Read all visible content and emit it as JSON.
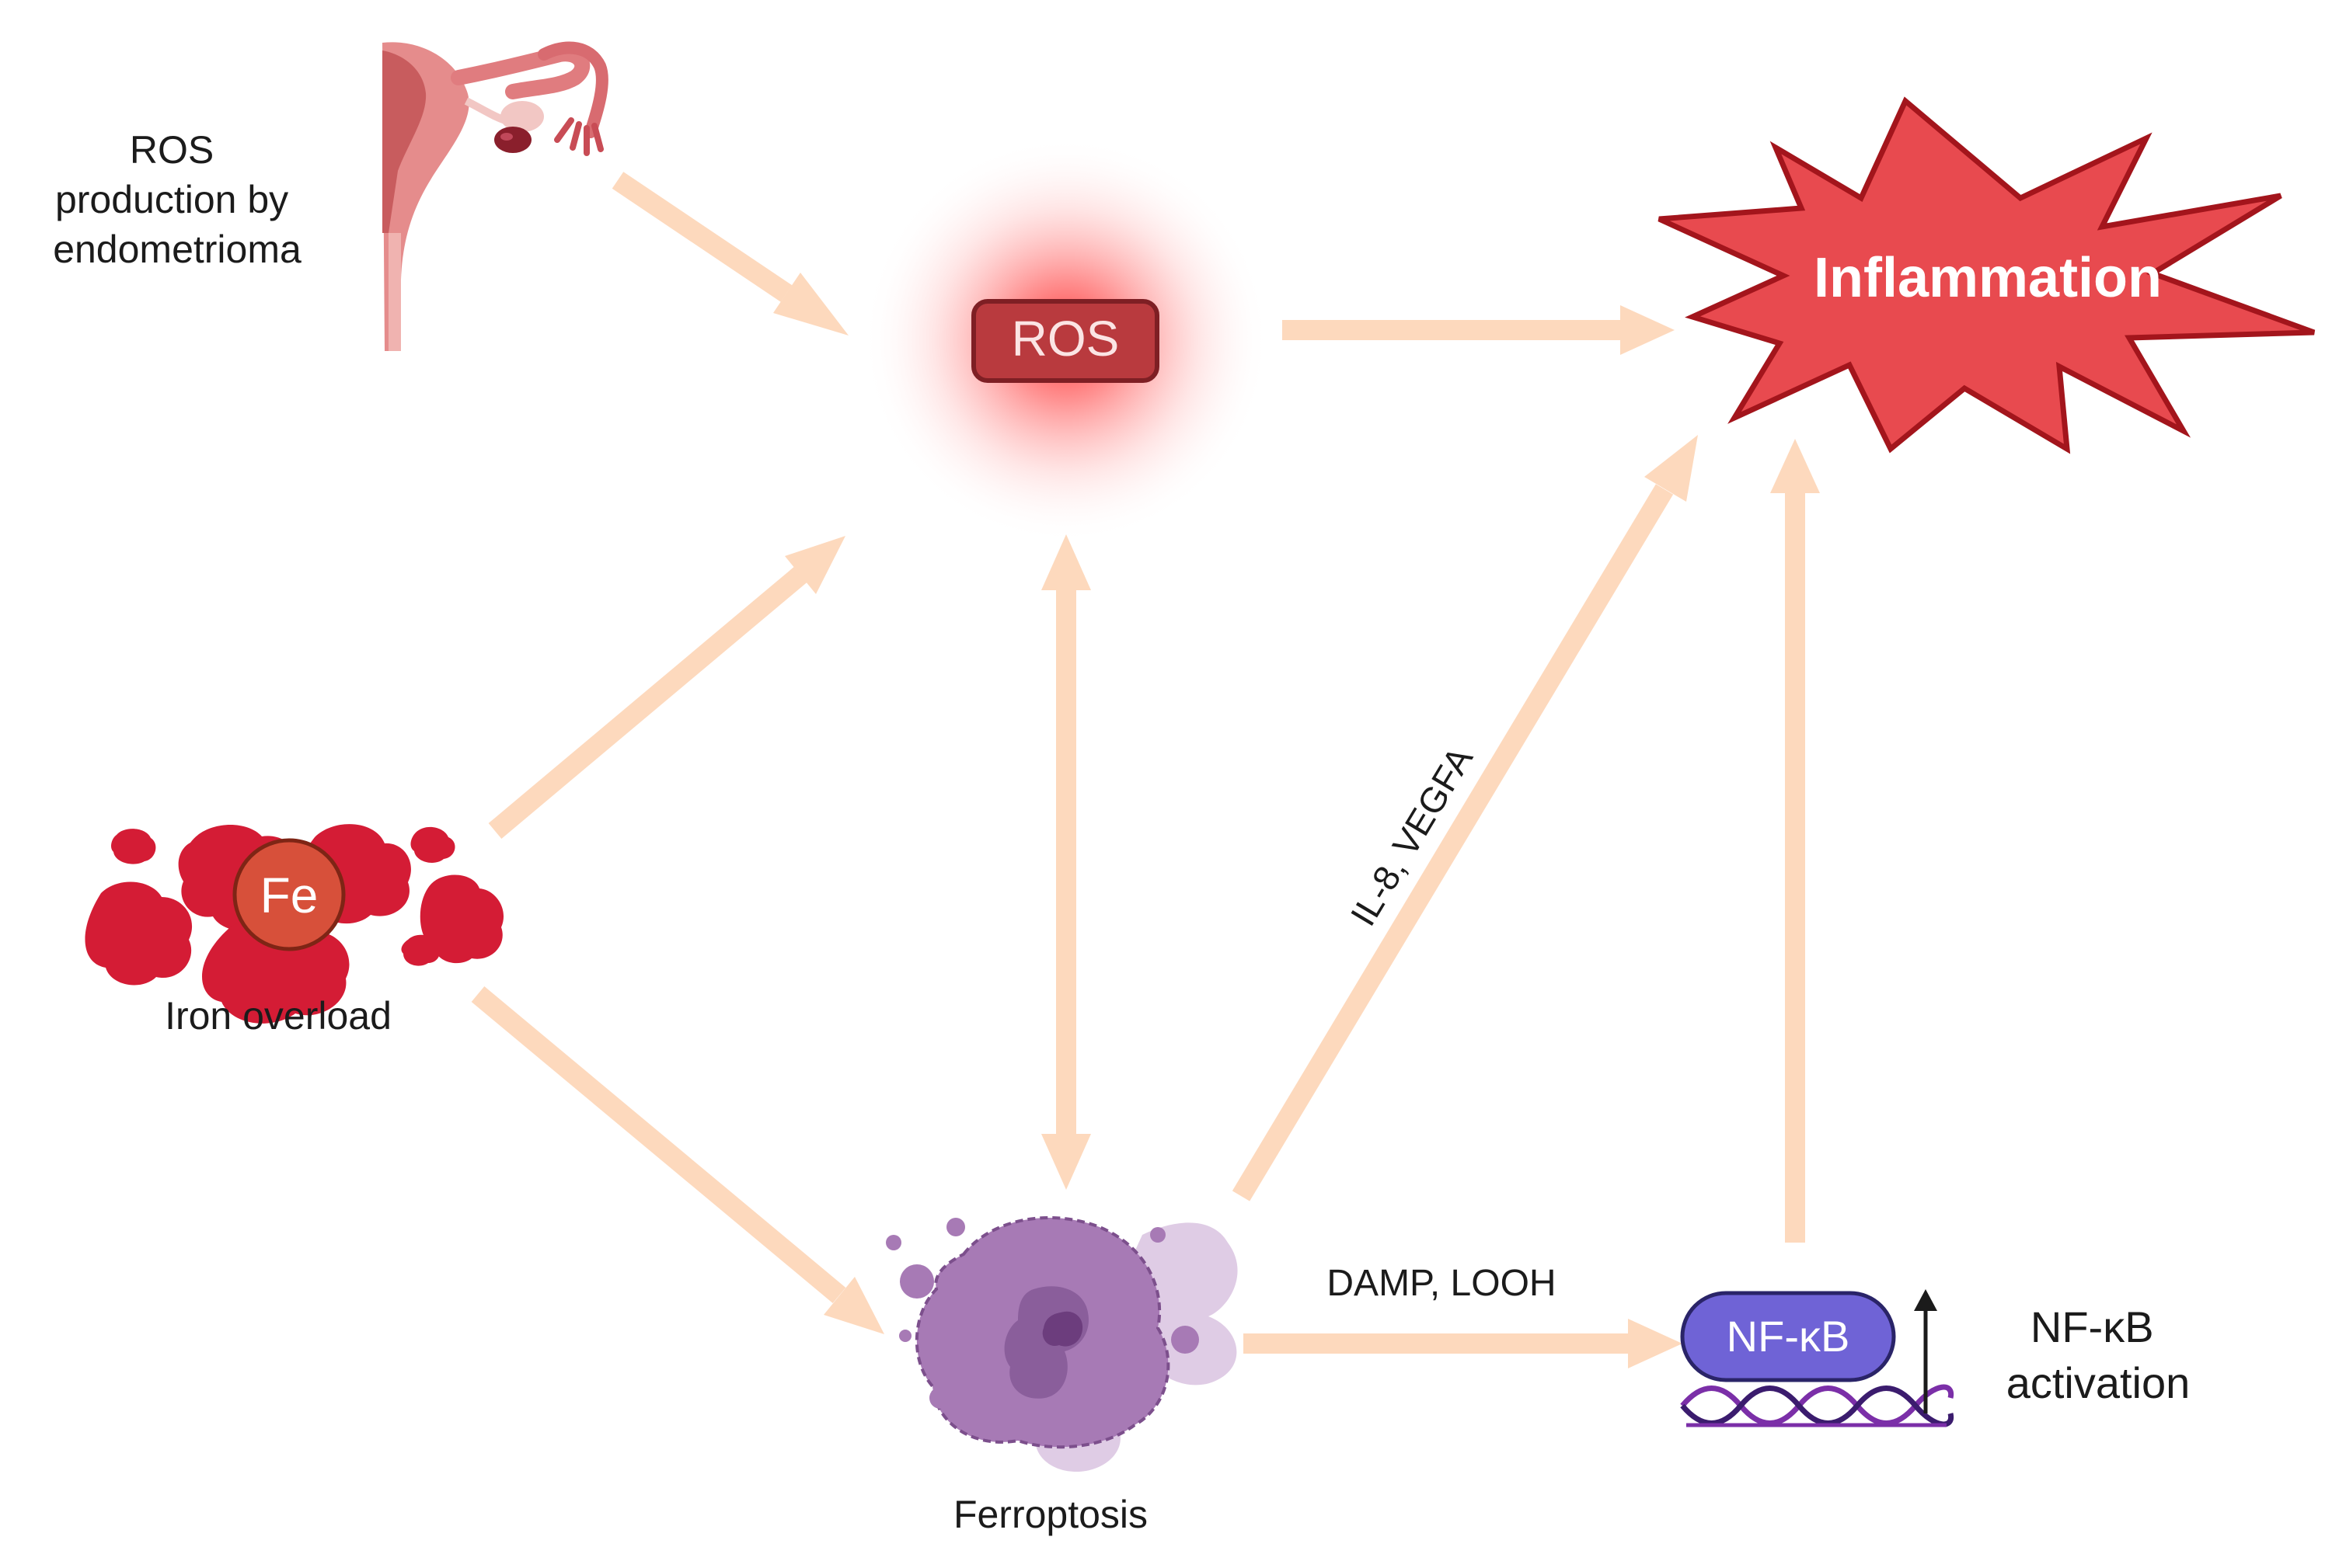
{
  "nodes": {
    "ros_source_label": [
      "ROS",
      "production by",
      "endometrioma"
    ],
    "ros": "ROS",
    "inflammation": "Inflammation",
    "fe": "Fe",
    "iron_overload": "Iron overload",
    "ferroptosis": "Ferroptosis",
    "nfkb": "NF-κB",
    "nfkb_activation_label": [
      "NF-κB",
      "activation"
    ]
  },
  "edges": {
    "ferroptosis_to_inflammation": "IL-8, VEGFA",
    "ferroptosis_to_nfkb": "DAMP, LOOH"
  },
  "colors": {
    "arrow": "#fdd9bd",
    "ros_box": "#b93a3e",
    "ros_glow": "#ff2a2a",
    "inflammation_fill": "#e84a4f",
    "inflammation_stroke": "#a3151c",
    "fe_circle": "#d7503a",
    "iron_clumps": "#d41c35",
    "ferroptosis_cell": "#a77ab5",
    "nfkb_box": "#6f63d6",
    "dna": "#7b2fa8"
  },
  "icons": [
    "uterus-icon",
    "iron-clumps-icon",
    "ferroptotic-cell-icon",
    "dna-helix-icon",
    "up-arrow-icon"
  ]
}
